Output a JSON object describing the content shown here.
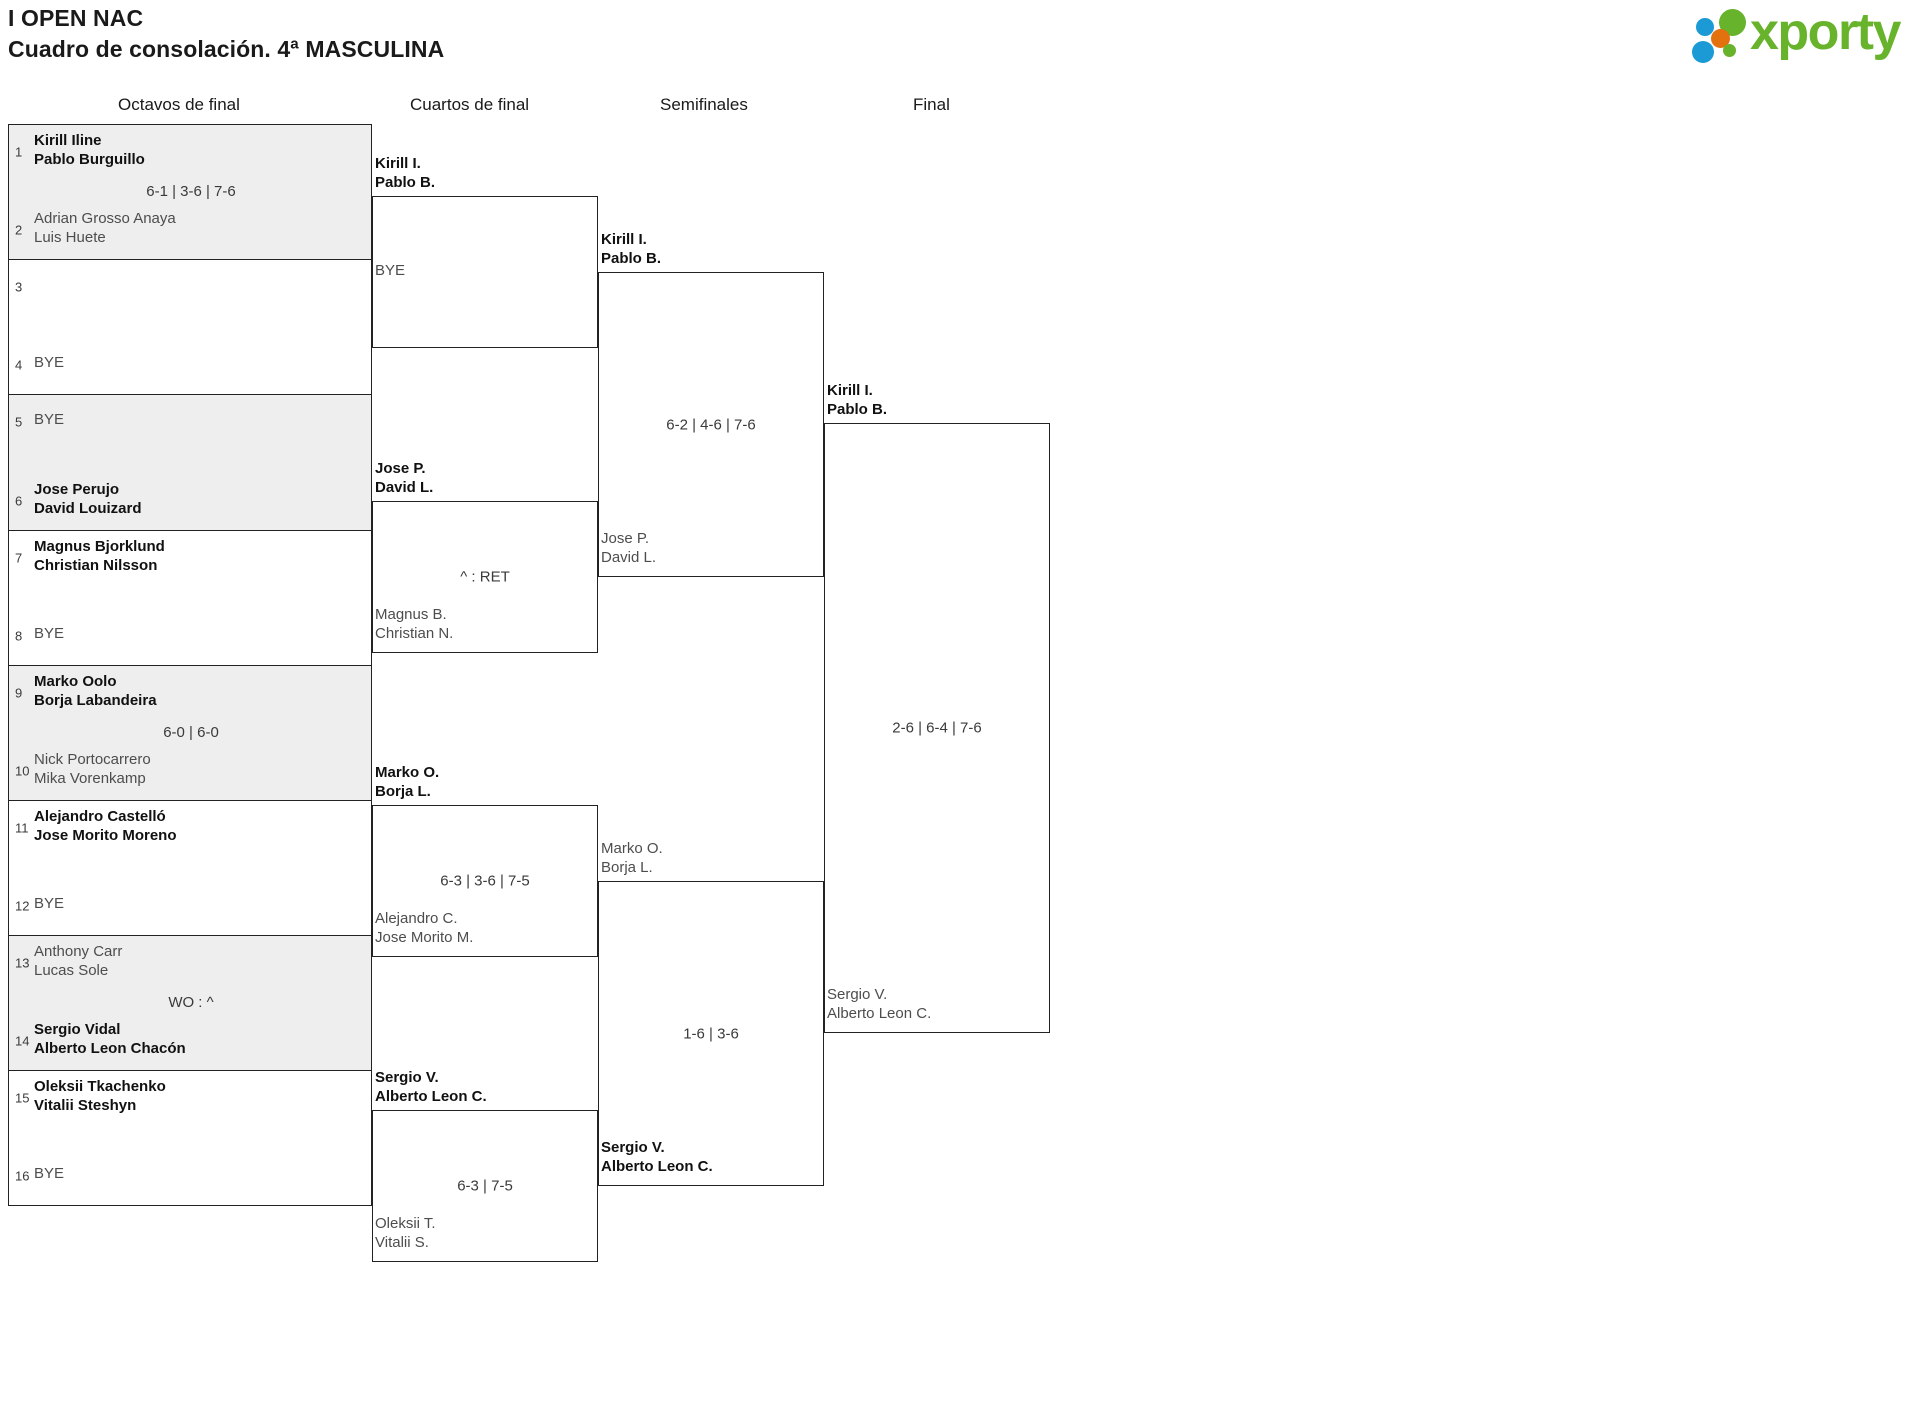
{
  "header": {
    "tournament": "I OPEN NAC",
    "subtitle": "Cuadro de consolación. 4ª MASCULINA",
    "logo_text": "xporty",
    "logo_colors": {
      "green": "#67b32b",
      "blue": "#1b9ad6",
      "orange": "#e3710d"
    }
  },
  "rounds": [
    {
      "label": "Octavos de final"
    },
    {
      "label": "Cuartos de final"
    },
    {
      "label": "Semifinales"
    },
    {
      "label": "Final"
    }
  ],
  "colors": {
    "shaded_row": "#eeeeee",
    "border": "#222222",
    "winner_text": "#111111",
    "loser_text": "#4d4d4d"
  },
  "round_of_16": [
    {
      "shaded": true,
      "score": "6-1 | 3-6 | 7-6",
      "top": {
        "seed": "1",
        "players": [
          "Kirill Iline",
          "Pablo Burguillo"
        ],
        "result": "winner"
      },
      "bottom": {
        "seed": "2",
        "players": [
          "Adrian Grosso Anaya",
          "Luis Huete"
        ],
        "result": "loser"
      }
    },
    {
      "shaded": false,
      "score": "",
      "top": {
        "seed": "3",
        "players": [],
        "result": "empty"
      },
      "bottom": {
        "seed": "4",
        "bye": "BYE",
        "result": "bye"
      }
    },
    {
      "shaded": true,
      "score": "",
      "top": {
        "seed": "5",
        "bye": "BYE",
        "result": "bye"
      },
      "bottom": {
        "seed": "6",
        "players": [
          "Jose Perujo",
          "David Louizard"
        ],
        "result": "winner"
      }
    },
    {
      "shaded": false,
      "score": "",
      "top": {
        "seed": "7",
        "players": [
          "Magnus Bjorklund",
          "Christian Nilsson"
        ],
        "result": "winner"
      },
      "bottom": {
        "seed": "8",
        "bye": "BYE",
        "result": "bye"
      }
    },
    {
      "shaded": true,
      "score": "6-0 | 6-0",
      "top": {
        "seed": "9",
        "players": [
          "Marko Oolo",
          "Borja Labandeira"
        ],
        "result": "winner"
      },
      "bottom": {
        "seed": "10",
        "players": [
          "Nick Portocarrero",
          "Mika Vorenkamp"
        ],
        "result": "loser"
      }
    },
    {
      "shaded": false,
      "score": "",
      "top": {
        "seed": "11",
        "players": [
          "Alejandro Castelló",
          "Jose Morito Moreno"
        ],
        "result": "winner"
      },
      "bottom": {
        "seed": "12",
        "bye": "BYE",
        "result": "bye"
      }
    },
    {
      "shaded": true,
      "score": "WO : ^",
      "top": {
        "seed": "13",
        "players": [
          "Anthony Carr",
          "Lucas Sole"
        ],
        "result": "loser"
      },
      "bottom": {
        "seed": "14",
        "players": [
          "Sergio Vidal",
          "Alberto Leon Chacón"
        ],
        "result": "winner"
      }
    },
    {
      "shaded": false,
      "score": "",
      "top": {
        "seed": "15",
        "players": [
          "Oleksii Tkachenko",
          "Vitalii Steshyn"
        ],
        "result": "winner"
      },
      "bottom": {
        "seed": "16",
        "bye": "BYE",
        "result": "bye"
      }
    }
  ],
  "quarter_finals": [
    {
      "score": "",
      "top": {
        "players": [
          "Kirill I.",
          "Pablo B."
        ],
        "result": "winner"
      },
      "bottom": {
        "bye": "BYE",
        "result": "bye"
      }
    },
    {
      "score": "^ : RET",
      "top": {
        "players": [
          "Jose P.",
          "David L."
        ],
        "result": "winner"
      },
      "bottom": {
        "players": [
          "Magnus B.",
          "Christian N."
        ],
        "result": "loser"
      }
    },
    {
      "score": "6-3 | 3-6 | 7-5",
      "top": {
        "players": [
          "Marko O.",
          "Borja L."
        ],
        "result": "winner"
      },
      "bottom": {
        "players": [
          "Alejandro C.",
          "Jose Morito M."
        ],
        "result": "loser"
      }
    },
    {
      "score": "6-3 | 7-5",
      "top": {
        "players": [
          "Sergio V.",
          "Alberto Leon C."
        ],
        "result": "winner"
      },
      "bottom": {
        "players": [
          "Oleksii T.",
          "Vitalii S."
        ],
        "result": "loser"
      }
    }
  ],
  "semi_finals": [
    {
      "score": "6-2 | 4-6 | 7-6",
      "top": {
        "players": [
          "Kirill I.",
          "Pablo B."
        ],
        "result": "winner"
      },
      "bottom": {
        "players": [
          "Jose P.",
          "David L."
        ],
        "result": "loser"
      }
    },
    {
      "score": "1-6 | 3-6",
      "top": {
        "players": [
          "Marko O.",
          "Borja L."
        ],
        "result": "loser"
      },
      "bottom": {
        "players": [
          "Sergio V.",
          "Alberto Leon C."
        ],
        "result": "winner"
      }
    }
  ],
  "final": [
    {
      "score": "2-6 | 6-4 | 7-6",
      "top": {
        "players": [
          "Kirill I.",
          "Pablo B."
        ],
        "result": "winner"
      },
      "bottom": {
        "players": [
          "Sergio V.",
          "Alberto Leon C."
        ],
        "result": "loser"
      }
    }
  ]
}
